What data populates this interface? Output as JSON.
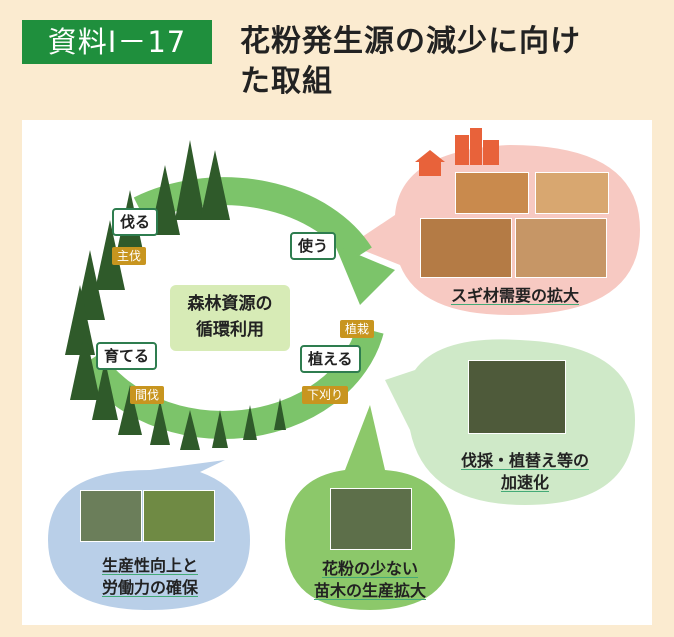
{
  "header": {
    "badge": "資料Ⅰ－17",
    "title_line1": "花粉発生源の減少に向け",
    "title_line2": "た取組"
  },
  "cycle": {
    "center_line1": "森林資源の",
    "center_line2": "循環利用",
    "steps": {
      "cut": "伐る",
      "use": "使う",
      "plant": "植える",
      "grow": "育てる"
    },
    "tags": {
      "main_cut": "主伐",
      "planting": "植栽",
      "weeding": "下刈り",
      "thinning": "間伐"
    }
  },
  "bubbles": {
    "demand": "スギ材需要の拡大",
    "accelerate_line1": "伐採・植替え等の",
    "accelerate_line2": "加速化",
    "seedlings_line1": "花粉の少ない",
    "seedlings_line2": "苗木の生産拡大",
    "productivity_line1": "生産性向上と",
    "productivity_line2": "労働力の確保"
  },
  "colors": {
    "badge": "#1f8f3d",
    "background": "#fbebd0",
    "arrow": "#7cc46a",
    "demand_bubble": "#f7c9c2",
    "accelerate_bubble": "#cfe9c8",
    "seedlings_bubble": "#8cc86a",
    "productivity_bubble": "#b9cfe8",
    "tag": "#c8951f"
  }
}
